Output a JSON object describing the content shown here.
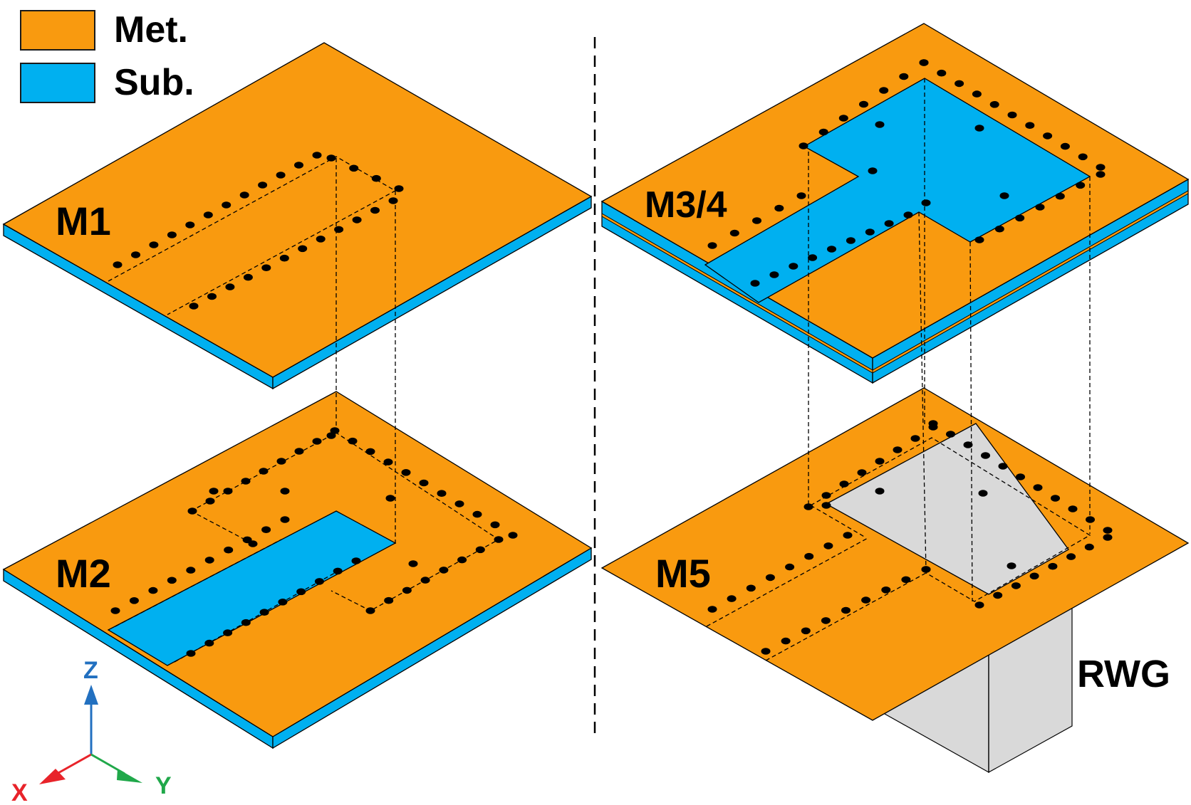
{
  "legend": {
    "items": [
      {
        "label": "Met.",
        "color": "#F99A0F"
      },
      {
        "label": "Sub.",
        "color": "#00B0F0"
      }
    ]
  },
  "layers": {
    "m1": "M1",
    "m2": "M2",
    "m34": "M3/4",
    "m5": "M5"
  },
  "rwg_label": "RWG",
  "axes": {
    "x": {
      "label": "X",
      "color": "#E8232A"
    },
    "y": {
      "label": "Y",
      "color": "#20A84A"
    },
    "z": {
      "label": "Z",
      "color": "#2270C0"
    }
  },
  "colors": {
    "metal": "#F99A0F",
    "substrate": "#00B0F0",
    "waveguide": "#D9D9D9"
  }
}
